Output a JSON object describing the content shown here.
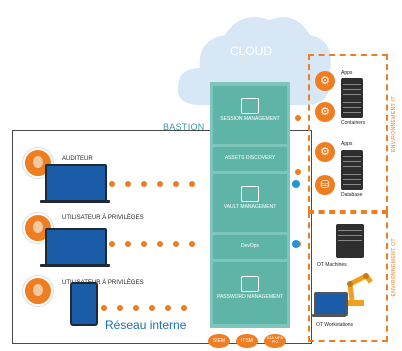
{
  "cloud": {
    "label": "CLOUD"
  },
  "bastion": {
    "label": "BASTION",
    "modules": [
      {
        "label": "SESSION MANAGEMENT"
      },
      {
        "label": "ASSETS DISCOVERY"
      },
      {
        "label": "VAULT MANAGEMENT"
      },
      {
        "label": "DevOps"
      },
      {
        "label": "PASSWORD MANAGEMENT"
      }
    ],
    "integrations": [
      "SIEM",
      "ITSM",
      "IGA MFA PKI"
    ]
  },
  "users": [
    {
      "label": "AUDITEUR"
    },
    {
      "label": "UTILISATEUR À PRIVILÈGES"
    },
    {
      "label": "UTILISATEUR À PRIVILÈGES"
    }
  ],
  "network": {
    "label": "Réseau interne"
  },
  "it_environment": {
    "label": "ENVIRONNEMENT IT",
    "items": [
      {
        "label": "Apps"
      },
      {
        "label": "Containers"
      },
      {
        "label": "Apps"
      },
      {
        "label": "Database"
      }
    ]
  },
  "ot_environment": {
    "label": "ENVIRONNEMENT OT",
    "items": [
      {
        "label": "OT Machines"
      },
      {
        "label": "OT Workstations"
      }
    ]
  },
  "colors": {
    "orange": "#ef7d22",
    "teal": "#5fb4a8",
    "blue": "#1a6fb0",
    "cloud": "#d7e7f5"
  }
}
